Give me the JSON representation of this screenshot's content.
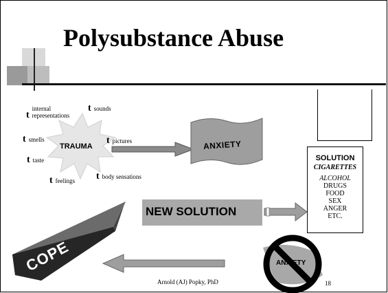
{
  "title": "Polysubstance Abuse",
  "trauma": {
    "label": "TRAUMA",
    "items": {
      "internal": "internal representations",
      "sounds": "sounds",
      "smells": "smells",
      "pictures": "pictures",
      "taste": "taste",
      "feelings": "feelings",
      "body": "body sensations"
    },
    "bullet": "t"
  },
  "anxiety": "ANXIETY",
  "solution": {
    "heading": "SOLUTION",
    "items": [
      "CIGARETTES",
      "ALCOHOL",
      "DRUGS",
      "FOOD",
      "SEX",
      "ANGER",
      "ETC."
    ]
  },
  "new_solution": "NEW SOLUTION",
  "cope": "COPE",
  "no_anxiety": "ANXIETY",
  "footer": "Arnold (AJ) Popky, PhD",
  "page_number": "18",
  "colors": {
    "gray": "#a9a9a9",
    "dark": "#222222",
    "light": "#d9d9d9"
  }
}
